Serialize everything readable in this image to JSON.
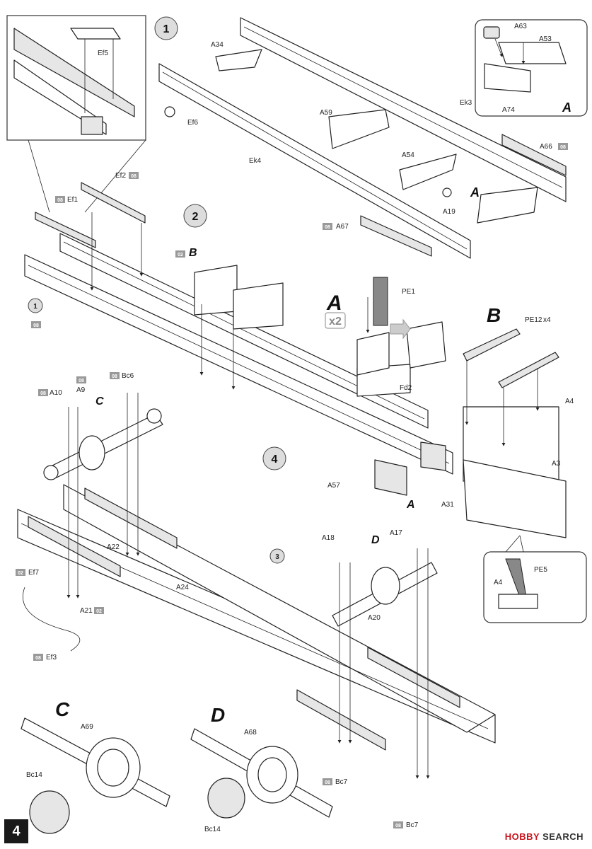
{
  "page_number": "4",
  "watermark": {
    "brand": "HOBBY",
    "suffix": "SEARCH"
  },
  "step_numbers": [
    "1",
    "2",
    "3",
    "4"
  ],
  "sub_letters": {
    "A": "A",
    "B": "B",
    "C": "C",
    "D": "D"
  },
  "multiplier": "x2",
  "paint_badges": [
    "08",
    "02"
  ],
  "labels": {
    "A34": "A34",
    "Ek3": "Ek3",
    "Ek4": "Ek4",
    "Ef6": "Ef6",
    "A59": "A59",
    "A54": "A54",
    "A19": "A19",
    "A66": "A66",
    "A67": "A67",
    "A63": "A63",
    "A53": "A53",
    "A74": "A74",
    "Ef5": "Ef5",
    "Ef1": "Ef1",
    "Ef2": "Ef2",
    "PE1": "PE1",
    "Fd2": "Fd2",
    "PE12": "PE12",
    "x4": "x4",
    "A4": "A4",
    "A3": "A3",
    "PE5": "PE5",
    "A10": "A10",
    "A9": "A9",
    "Bc6": "Bc6",
    "A57": "A57",
    "A31": "A31",
    "A22": "A22",
    "A24": "A24",
    "Ef7": "Ef7",
    "A21": "A21",
    "Ef3": "Ef3",
    "A18": "A18",
    "A17": "A17",
    "A20": "A20",
    "A69": "A69",
    "Bc14": "Bc14",
    "A68": "A68",
    "Bc7": "Bc7"
  }
}
